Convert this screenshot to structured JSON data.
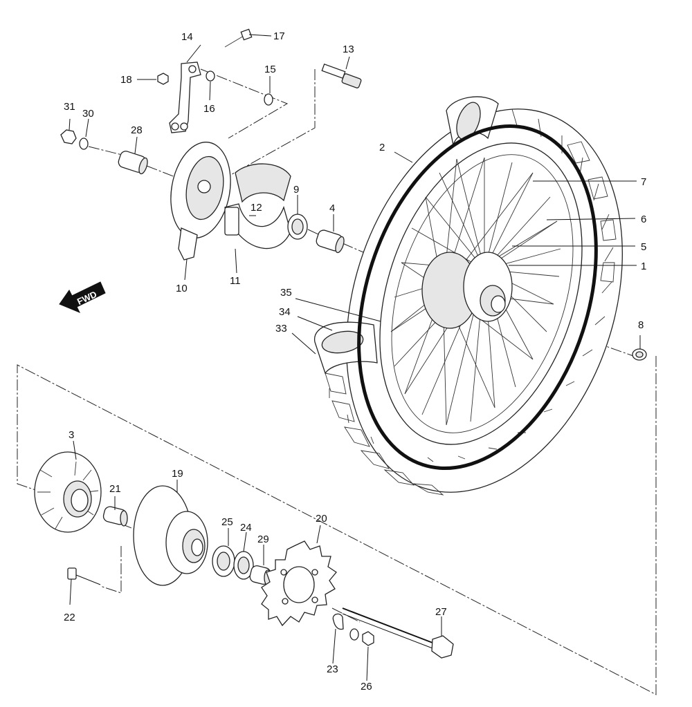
{
  "direction_label": "FWD",
  "callouts": [
    {
      "id": "c1",
      "text": "1"
    },
    {
      "id": "c2",
      "text": "2"
    },
    {
      "id": "c3",
      "text": "3"
    },
    {
      "id": "c4",
      "text": "4"
    },
    {
      "id": "c5",
      "text": "5"
    },
    {
      "id": "c6",
      "text": "6"
    },
    {
      "id": "c7",
      "text": "7"
    },
    {
      "id": "c8",
      "text": "8"
    },
    {
      "id": "c9",
      "text": "9"
    },
    {
      "id": "c10",
      "text": "10"
    },
    {
      "id": "c11",
      "text": "11"
    },
    {
      "id": "c12",
      "text": "12"
    },
    {
      "id": "c13",
      "text": "13"
    },
    {
      "id": "c14",
      "text": "14"
    },
    {
      "id": "c15",
      "text": "15"
    },
    {
      "id": "c16",
      "text": "16"
    },
    {
      "id": "c17",
      "text": "17"
    },
    {
      "id": "c18",
      "text": "18"
    },
    {
      "id": "c19",
      "text": "19"
    },
    {
      "id": "c20",
      "text": "20"
    },
    {
      "id": "c21",
      "text": "21"
    },
    {
      "id": "c22",
      "text": "22"
    },
    {
      "id": "c23",
      "text": "23"
    },
    {
      "id": "c24",
      "text": "24"
    },
    {
      "id": "c25",
      "text": "25"
    },
    {
      "id": "c26",
      "text": "26"
    },
    {
      "id": "c27",
      "text": "27"
    },
    {
      "id": "c28",
      "text": "28"
    },
    {
      "id": "c29",
      "text": "29"
    },
    {
      "id": "c30",
      "text": "30"
    },
    {
      "id": "c31",
      "text": "31"
    },
    {
      "id": "c33",
      "text": "33"
    },
    {
      "id": "c34",
      "text": "34"
    },
    {
      "id": "c35",
      "text": "35"
    }
  ]
}
